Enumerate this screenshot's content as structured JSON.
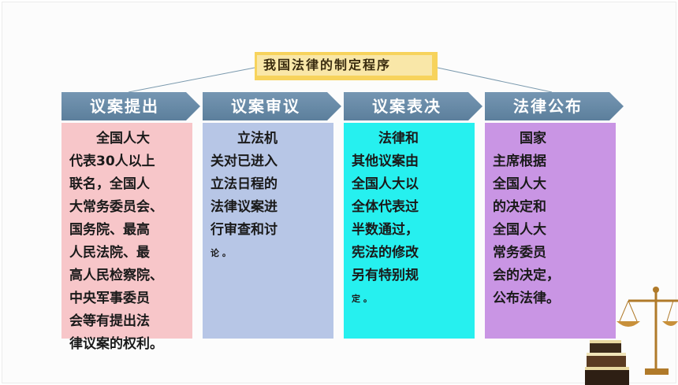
{
  "title": "我国法律的制定程序",
  "steps": [
    {
      "label": "议案提出",
      "color": "#f7c6c9",
      "lines": [
        "全国人大",
        "代表30人以上",
        "联名，全国人",
        "大常务委员会、",
        "国务院、最高",
        "人民法院、最",
        "高人民检察院、",
        "中央军事委员",
        "会等有提出法",
        "律议案的权利。"
      ]
    },
    {
      "label": "议案审议",
      "color": "#b7c6e6",
      "lines": [
        "立法机",
        "关对已进入",
        "立法日程的",
        "法律议案进",
        "行审查和讨",
        "论 。"
      ]
    },
    {
      "label": "议案表决",
      "color": "#26f0ef",
      "lines": [
        "法律和",
        "其他议案由",
        "全国人大以",
        "全体代表过",
        "半数通过，",
        "宪法的修改",
        "另有特别规",
        "定 。"
      ]
    },
    {
      "label": "法律公布",
      "color": "#c995e4",
      "lines": [
        "国家",
        "主席根据",
        "全国人大",
        "的决定和",
        "全国人大",
        "常务委员",
        "会的决定，",
        "公布法律。"
      ]
    }
  ],
  "colors": {
    "arrow": "#6a8aa8",
    "title_bg": "#f9e7a8",
    "title_border": "#f7d35c"
  }
}
